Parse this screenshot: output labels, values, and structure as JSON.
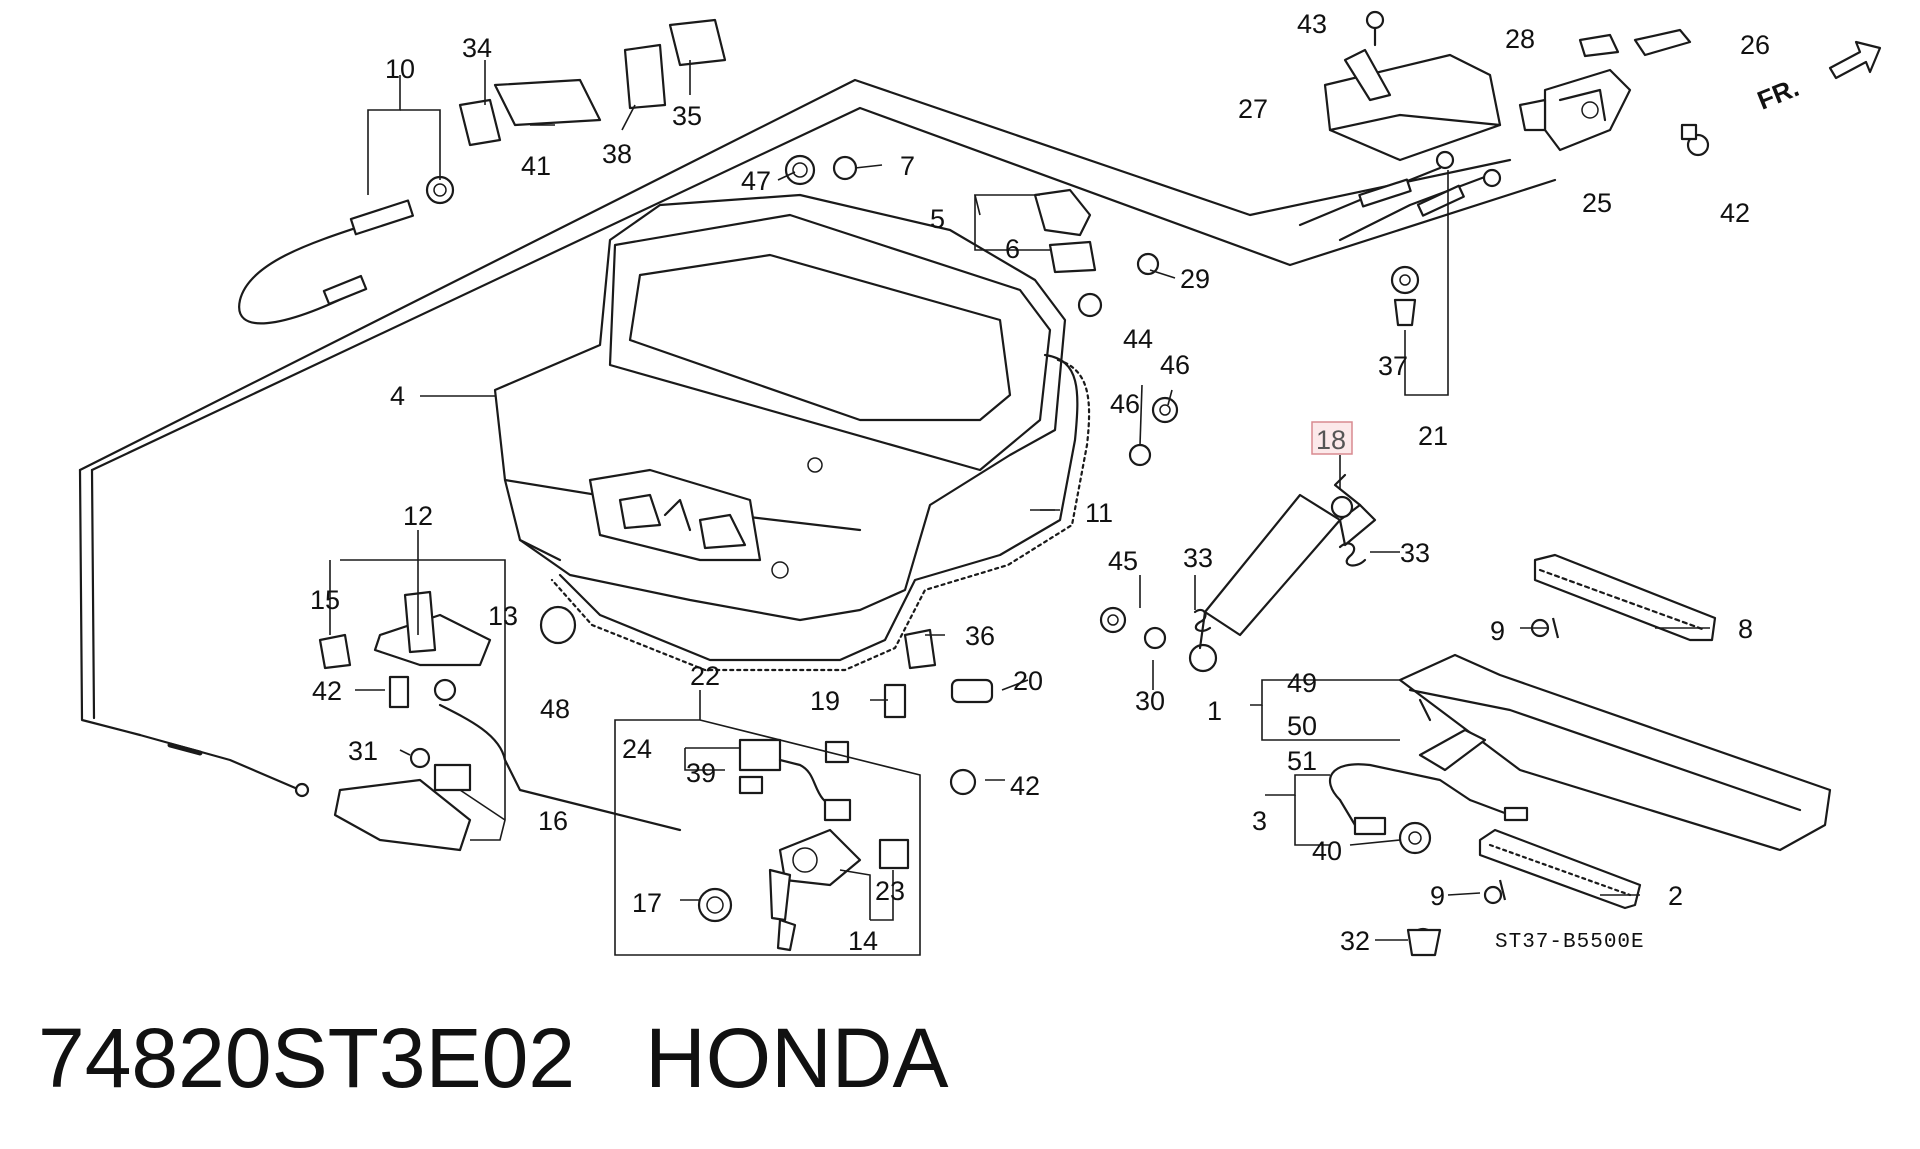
{
  "diagram": {
    "drawing_code": "ST37-B5500E",
    "front_arrow_label": "FR.",
    "highlighted_part": "18",
    "callouts": [
      "43",
      "28",
      "26",
      "10",
      "34",
      "35",
      "27",
      "25",
      "42",
      "41",
      "38",
      "47",
      "7",
      "5",
      "6",
      "29",
      "44",
      "46",
      "46",
      "4",
      "37",
      "21",
      "18",
      "11",
      "12",
      "33",
      "33",
      "15",
      "13",
      "45",
      "8",
      "9",
      "36",
      "42",
      "48",
      "22",
      "20",
      "19",
      "30",
      "49",
      "1",
      "50",
      "51",
      "24",
      "39",
      "31",
      "42",
      "16",
      "3",
      "40",
      "9",
      "2",
      "17",
      "23",
      "14",
      "32"
    ]
  },
  "caption": {
    "part_number": "74820ST3E02",
    "brand": "HONDA"
  }
}
